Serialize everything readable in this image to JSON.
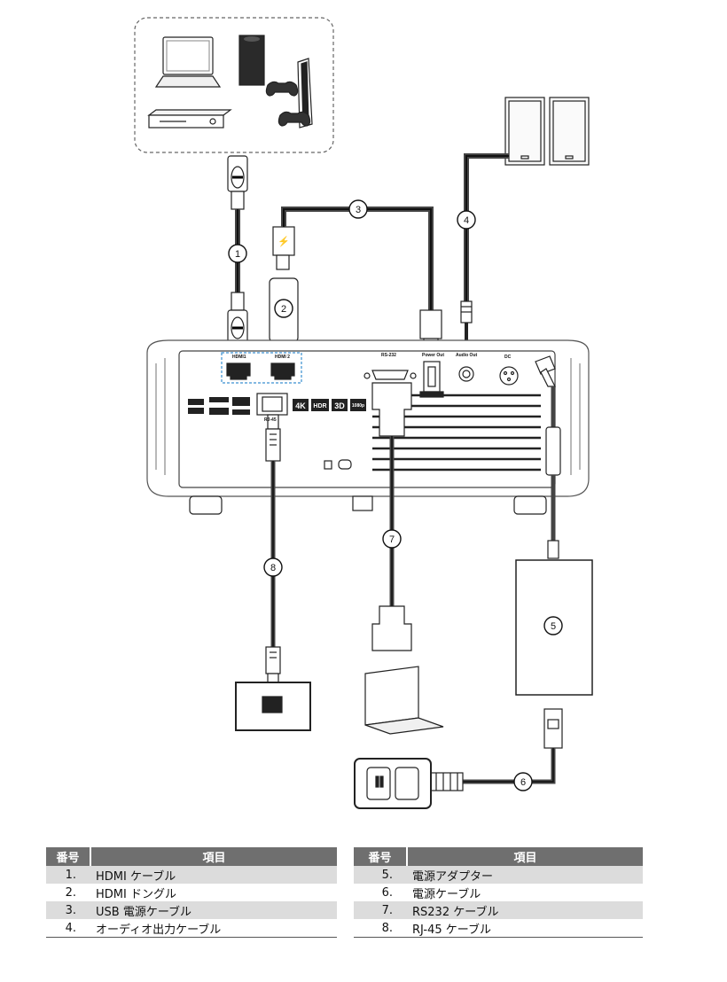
{
  "ports": {
    "hdmi1": "HDMI1",
    "hdmi2": "HDMI 2",
    "rs232": "RS-232",
    "power_out": "Power Out",
    "audio_out": "Audio Out",
    "dc": "DC",
    "rj45": "RJ-45"
  },
  "badges": {
    "k4": "4K",
    "hdr": "HDR",
    "d3": "3D",
    "p1080": "1080p"
  },
  "callouts": [
    "1",
    "2",
    "3",
    "4",
    "5",
    "6",
    "7",
    "8"
  ],
  "legend": {
    "header_no": "番号",
    "header_item": "項目",
    "left": [
      {
        "no": "1.",
        "item": "HDMI ケーブル"
      },
      {
        "no": "2.",
        "item": "HDMI ドングル"
      },
      {
        "no": "3.",
        "item": "USB 電源ケーブル"
      },
      {
        "no": "4.",
        "item": "オーディオ出力ケーブル"
      }
    ],
    "right": [
      {
        "no": "5.",
        "item": "電源アダプター"
      },
      {
        "no": "6.",
        "item": "電源ケーブル"
      },
      {
        "no": "7.",
        "item": "RS232 ケーブル"
      },
      {
        "no": "8.",
        "item": "RJ-45 ケーブル"
      }
    ]
  }
}
